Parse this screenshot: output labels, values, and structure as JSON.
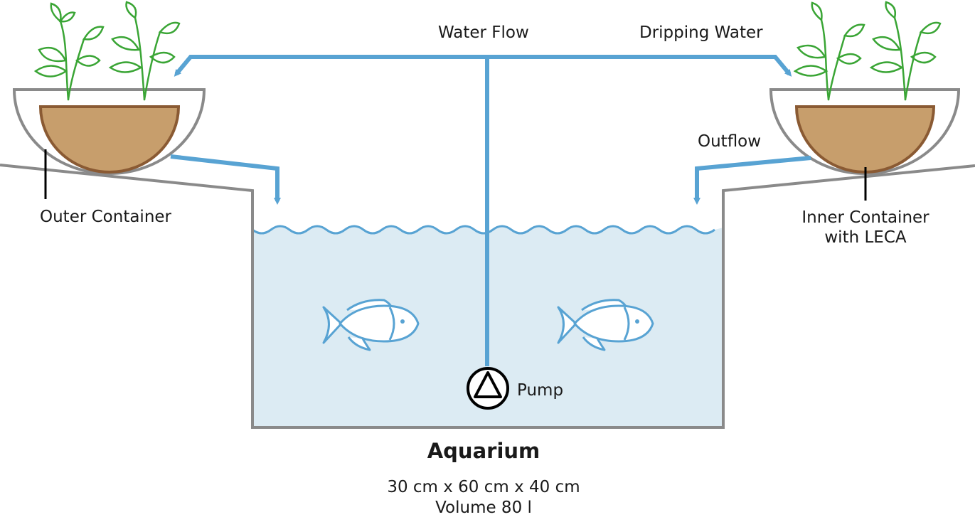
{
  "labels": {
    "water_flow": "Water Flow",
    "dripping_water": "Dripping Water",
    "outflow": "Outflow",
    "outer_container": "Outer Container",
    "inner_container_line1": "Inner Container",
    "inner_container_line2": "with LECA",
    "pump": "Pump",
    "aquarium_title": "Aquarium",
    "dimensions": "30 cm x 60 cm x 40 cm",
    "volume": "Volume 80 l"
  },
  "colors": {
    "water_pipe": "#58a3d3",
    "water_fill": "#dcebf3",
    "outline_gray": "#8a8a8a",
    "soil": "#c79e6c",
    "soil_rim": "#8a5a33",
    "plant_green": "#3aa535",
    "text": "#1a1a1a"
  }
}
